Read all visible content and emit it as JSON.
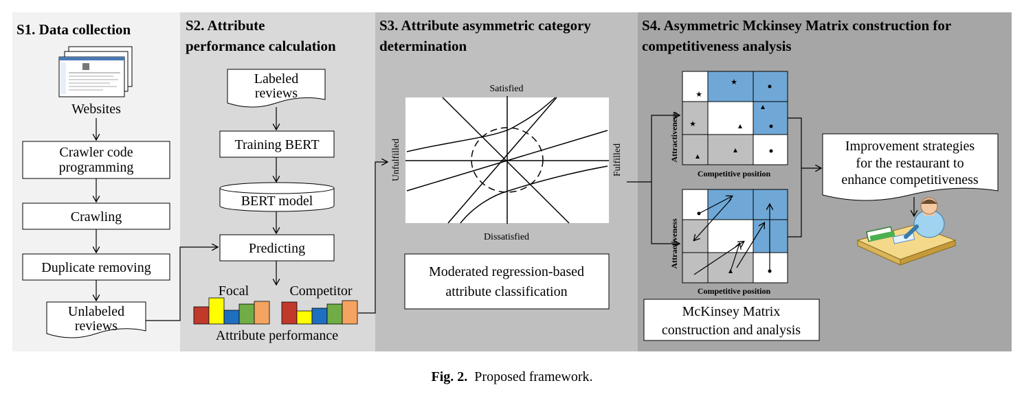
{
  "s1": {
    "title": "S1. Data collection",
    "websites": "Websites",
    "crawler_line1": "Crawler code",
    "crawler_line2": "programming",
    "crawling": "Crawling",
    "duplicate": "Duplicate removing",
    "unlabeled_line1": "Unlabeled",
    "unlabeled_line2": "reviews"
  },
  "s2": {
    "title_line1": "S2. Attribute",
    "title_line2": "performance calculation",
    "labeled_line1": "Labeled",
    "labeled_line2": "reviews",
    "training": "Training BERT",
    "model": "BERT model",
    "predicting": "Predicting",
    "focal": "Focal",
    "competitor": "Competitor",
    "performance": "Attribute performance"
  },
  "s3": {
    "title_line1": "S3. Attribute  asymmetric category",
    "title_line2": "determination",
    "satisfied": "Satisfied",
    "dissatisfied": "Dissatisfied",
    "unfulfilled": "Unfulfilled",
    "fulfilled": "Fulfilled",
    "method_line1": "Moderated regression-based",
    "method_line2": "attribute classification"
  },
  "s4": {
    "title_line1": "S4. Asymmetric Mckinsey Matrix construction for",
    "title_line2": "competitiveness analysis",
    "attractiveness": "Attractiveness",
    "competitive": "Competitive position",
    "strategy_line1": "Improvement strategies",
    "strategy_line2": "for the restaurant to",
    "strategy_line3": "enhance competitiveness",
    "mckinsey_line1": "McKinsey Matrix",
    "mckinsey_line2": "construction and analysis"
  },
  "caption": {
    "label": "Fig. 2.",
    "text": "Proposed framework."
  },
  "colors": {
    "panel1": "#f2f2f2",
    "panel2": "#d9d9d9",
    "panel3": "#bfbfbf",
    "panel4": "#a6a6a6",
    "matrix_blue": "#6fa8d6",
    "matrix_gray": "#bfbfbf",
    "bar_red": "#c0392b",
    "bar_yellow": "#ffff00",
    "bar_blue": "#1f6fc0",
    "bar_green": "#70ad47",
    "bar_orange": "#f4a460"
  }
}
